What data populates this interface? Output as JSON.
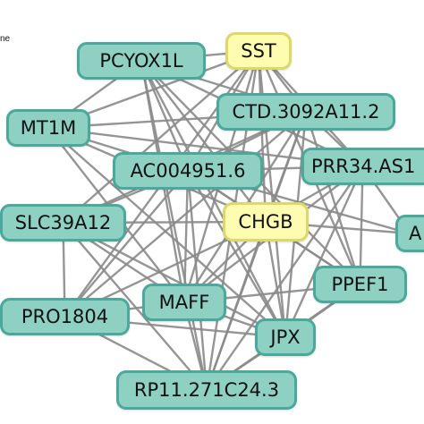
{
  "diagram": {
    "corner_text": "ne",
    "colors": {
      "node_fill": "#8ed1c3",
      "node_border": "#4aa99a",
      "hub_fill": "#fdfcb0",
      "hub_border": "#dcd86a",
      "edge": "#8a8a8a"
    },
    "nodes": [
      {
        "id": "sst",
        "label": "SST",
        "kind": "hub"
      },
      {
        "id": "pcyox1l",
        "label": "PCYOX1L",
        "kind": "gene"
      },
      {
        "id": "ctd",
        "label": "CTD.3092A11.2",
        "kind": "gene"
      },
      {
        "id": "mt1m",
        "label": "MT1M",
        "kind": "gene"
      },
      {
        "id": "prr34",
        "label": "PRR34.AS1",
        "kind": "gene"
      },
      {
        "id": "ac004951",
        "label": "AC004951.6",
        "kind": "gene"
      },
      {
        "id": "chgb",
        "label": "CHGB",
        "kind": "hub"
      },
      {
        "id": "slc39a12",
        "label": "SLC39A12",
        "kind": "gene"
      },
      {
        "id": "a_clipped",
        "label": "A",
        "kind": "gene"
      },
      {
        "id": "ppef1",
        "label": "PPEF1",
        "kind": "gene"
      },
      {
        "id": "maff",
        "label": "MAFF",
        "kind": "gene"
      },
      {
        "id": "pro1804",
        "label": "PRO1804",
        "kind": "gene"
      },
      {
        "id": "jpx",
        "label": "JPX",
        "kind": "gene"
      },
      {
        "id": "rp11",
        "label": "RP11.271C24.3",
        "kind": "gene"
      }
    ],
    "edges": [
      [
        "sst",
        "pcyox1l"
      ],
      [
        "sst",
        "mt1m"
      ],
      [
        "sst",
        "ctd"
      ],
      [
        "sst",
        "ac004951"
      ],
      [
        "sst",
        "prr34"
      ],
      [
        "sst",
        "chgb"
      ],
      [
        "sst",
        "slc39a12"
      ],
      [
        "sst",
        "maff"
      ],
      [
        "sst",
        "jpx"
      ],
      [
        "sst",
        "ppef1"
      ],
      [
        "sst",
        "pro1804"
      ],
      [
        "sst",
        "rp11"
      ],
      [
        "pcyox1l",
        "mt1m"
      ],
      [
        "pcyox1l",
        "ctd"
      ],
      [
        "pcyox1l",
        "ac004951"
      ],
      [
        "pcyox1l",
        "chgb"
      ],
      [
        "pcyox1l",
        "prr34"
      ],
      [
        "pcyox1l",
        "jpx"
      ],
      [
        "pcyox1l",
        "maff"
      ],
      [
        "pcyox1l",
        "ppef1"
      ],
      [
        "pcyox1l",
        "rp11"
      ],
      [
        "ctd",
        "mt1m"
      ],
      [
        "ctd",
        "ac004951"
      ],
      [
        "ctd",
        "prr34"
      ],
      [
        "ctd",
        "chgb"
      ],
      [
        "ctd",
        "ppef1"
      ],
      [
        "ctd",
        "slc39a12"
      ],
      [
        "ctd",
        "maff"
      ],
      [
        "ctd",
        "jpx"
      ],
      [
        "ctd",
        "pro1804"
      ],
      [
        "ctd",
        "rp11"
      ],
      [
        "mt1m",
        "ac004951"
      ],
      [
        "mt1m",
        "chgb"
      ],
      [
        "mt1m",
        "maff"
      ],
      [
        "mt1m",
        "jpx"
      ],
      [
        "mt1m",
        "prr34"
      ],
      [
        "ac004951",
        "chgb"
      ],
      [
        "ac004951",
        "prr34"
      ],
      [
        "ac004951",
        "slc39a12"
      ],
      [
        "ac004951",
        "maff"
      ],
      [
        "ac004951",
        "jpx"
      ],
      [
        "ac004951",
        "ppef1"
      ],
      [
        "ac004951",
        "pro1804"
      ],
      [
        "ac004951",
        "rp11"
      ],
      [
        "ac004951",
        "a_clipped"
      ],
      [
        "prr34",
        "chgb"
      ],
      [
        "prr34",
        "ppef1"
      ],
      [
        "prr34",
        "jpx"
      ],
      [
        "prr34",
        "a_clipped"
      ],
      [
        "prr34",
        "maff"
      ],
      [
        "prr34",
        "rp11"
      ],
      [
        "chgb",
        "slc39a12"
      ],
      [
        "chgb",
        "maff"
      ],
      [
        "chgb",
        "jpx"
      ],
      [
        "chgb",
        "ppef1"
      ],
      [
        "chgb",
        "pro1804"
      ],
      [
        "chgb",
        "rp11"
      ],
      [
        "chgb",
        "a_clipped"
      ],
      [
        "slc39a12",
        "maff"
      ],
      [
        "slc39a12",
        "pro1804"
      ],
      [
        "slc39a12",
        "jpx"
      ],
      [
        "slc39a12",
        "rp11"
      ],
      [
        "maff",
        "jpx"
      ],
      [
        "maff",
        "pro1804"
      ],
      [
        "maff",
        "rp11"
      ],
      [
        "maff",
        "ppef1"
      ],
      [
        "jpx",
        "pro1804"
      ],
      [
        "jpx",
        "rp11"
      ],
      [
        "jpx",
        "ppef1"
      ],
      [
        "ppef1",
        "rp11"
      ],
      [
        "pro1804",
        "rp11"
      ]
    ]
  }
}
